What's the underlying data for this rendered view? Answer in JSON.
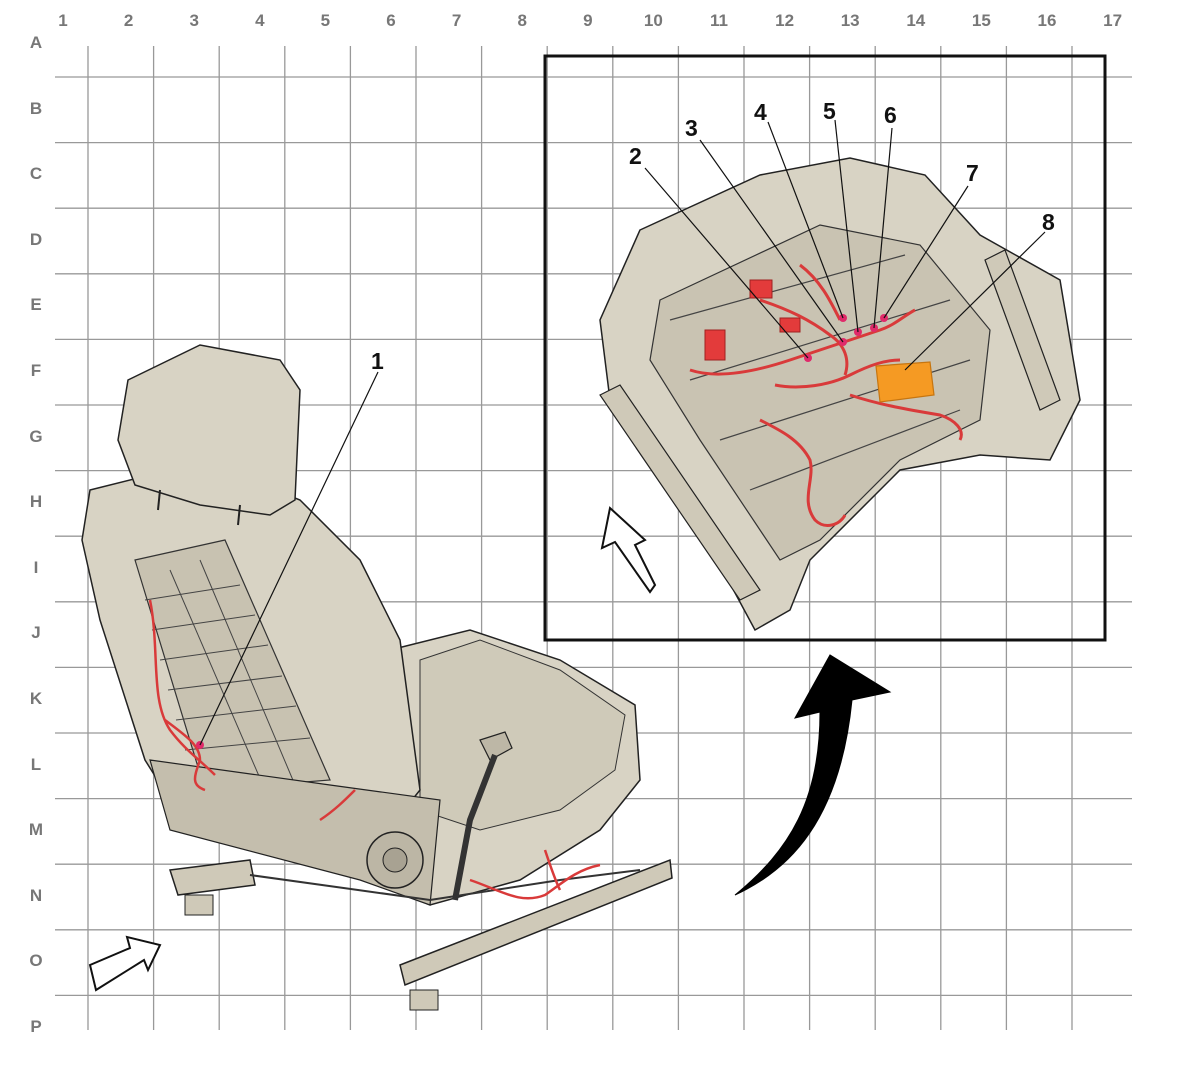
{
  "grid": {
    "columns": [
      "1",
      "2",
      "3",
      "4",
      "5",
      "6",
      "7",
      "8",
      "9",
      "10",
      "11",
      "12",
      "13",
      "14",
      "15",
      "16",
      "17"
    ],
    "rows": [
      "A",
      "B",
      "C",
      "D",
      "E",
      "F",
      "G",
      "H",
      "I",
      "J",
      "K",
      "L",
      "M",
      "N",
      "O",
      "P"
    ]
  },
  "callouts": [
    "1",
    "2",
    "3",
    "4",
    "5",
    "6",
    "7",
    "8"
  ],
  "colors": {
    "seat_fill": "#d8d3c4",
    "seat_shade": "#c8c2b1",
    "line": "#222222",
    "harness": "#d93a3a",
    "connector": "#e02a6a",
    "module": "#f59a23",
    "grid_line": "#999999",
    "label": "#777777"
  },
  "icons": [
    "view-arrow-icon",
    "rotate-arrow-icon",
    "connector-dot-icon"
  ]
}
